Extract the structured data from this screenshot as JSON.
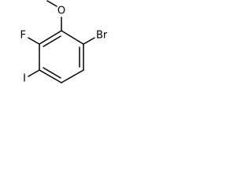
{
  "molecule": {
    "atoms": {
      "bromine": "Br",
      "fluorine": "F",
      "iodine": "I",
      "oxygen": "O"
    }
  }
}
